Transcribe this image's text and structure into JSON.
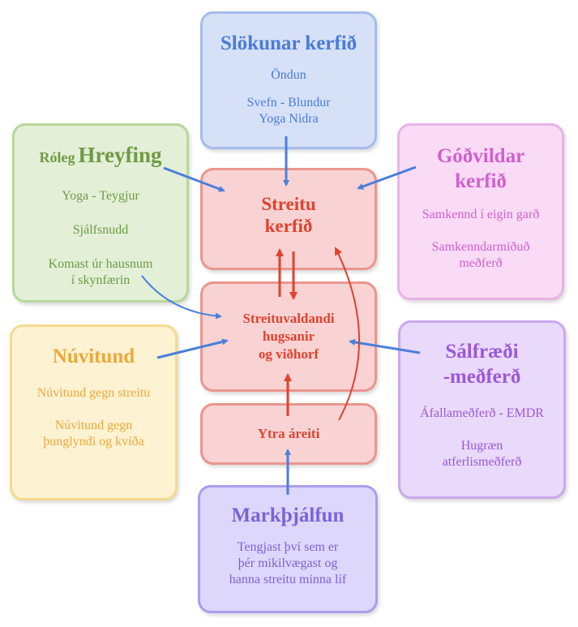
{
  "slokun": {
    "title": "Slökunar kerfið",
    "items": [
      "Öndun",
      "Svefn - Blundur",
      "Yoga Nidra"
    ]
  },
  "hreyfing": {
    "title_small": "Róleg",
    "title": "Hreyfing",
    "items": [
      "Yoga - Teygjur",
      "Sjálfsnudd",
      "Komast úr hausnum",
      "í skynfærin"
    ]
  },
  "godvild": {
    "title1": "Góðvildar",
    "title2": "kerfið",
    "items": [
      "Samkennd í eigin garð",
      "Samkenndarmiðuð",
      "meðferð"
    ]
  },
  "streitu": {
    "line1": "Streitu",
    "line2": "kerfið"
  },
  "hugsanir": {
    "line1": "Streituvaldandi",
    "line2": "hugsanir",
    "line3": "og viðhorf"
  },
  "ytra": {
    "label": "Ytra áreiti"
  },
  "nuvitund": {
    "title": "Núvitund",
    "items": [
      "Núvitund gegn streitu",
      "Núvitund gegn",
      "þunglyndi og kvíða"
    ]
  },
  "salfraedi": {
    "title1": "Sálfræði",
    "title2": "-meðferð",
    "items": [
      "Áfallameðferð - EMDR",
      "Hugræn",
      "atferlismeðferð"
    ]
  },
  "mark": {
    "title": "Markþjálfun",
    "items": [
      "Tengjast því sem er",
      "þér mikilvægast og",
      "hanna streitu minna líf"
    ]
  },
  "colors": {
    "arrow_blue": "#4a7fdc",
    "arrow_red": "#e0432e"
  }
}
